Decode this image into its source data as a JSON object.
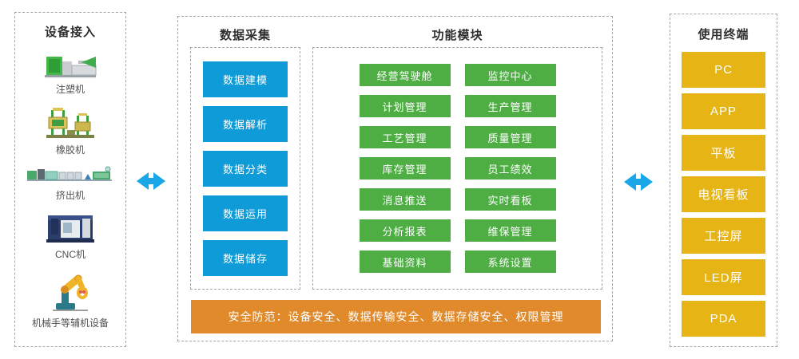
{
  "panels": {
    "devices": {
      "title": "设备接入",
      "items": [
        {
          "label": "注塑机",
          "icon": "injection-molding-machine"
        },
        {
          "label": "橡胶机",
          "icon": "rubber-machine"
        },
        {
          "label": "挤出机",
          "icon": "extruder-machine"
        },
        {
          "label": "CNC机",
          "icon": "cnc-machine"
        },
        {
          "label": "机械手等辅机设备",
          "icon": "robot-arm"
        }
      ]
    },
    "data_collection": {
      "title": "数据采集",
      "items": [
        "数据建模",
        "数据解析",
        "数据分类",
        "数据运用",
        "数据储存"
      ]
    },
    "function_modules": {
      "title": "功能模块",
      "items": [
        "经营驾驶舱",
        "监控中心",
        "计划管理",
        "生产管理",
        "工艺管理",
        "质量管理",
        "库存管理",
        "员工绩效",
        "消息推送",
        "实时看板",
        "分析报表",
        "维保管理",
        "基础资料",
        "系统设置"
      ]
    },
    "security_bar": {
      "label": "安全防范：设备安全、数据传输安全、数据存储安全、权限管理"
    },
    "terminals": {
      "title": "使用终端",
      "items": [
        "PC",
        "APP",
        "平板",
        "电视看板",
        "工控屏",
        "LED屏",
        "PDA"
      ]
    }
  },
  "colors": {
    "blue_box": "#0f9bd7",
    "green_box": "#4eae44",
    "yellow_box": "#e6b414",
    "orange_bar": "#e08a2c",
    "arrow_blue": "#1aa7e8"
  }
}
